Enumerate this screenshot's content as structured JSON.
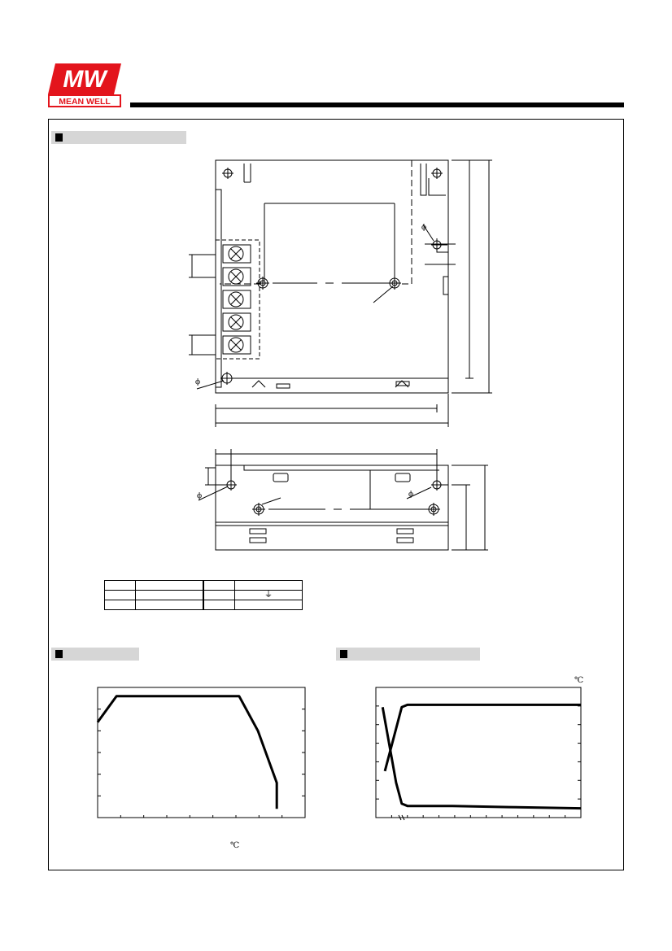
{
  "brand": {
    "logo_mark": "MW",
    "name": "MEAN WELL"
  },
  "sections": {
    "mechanical": "",
    "derating": "",
    "static": ""
  },
  "pin_table": {
    "rows": [
      [
        "",
        "",
        "",
        ""
      ],
      [
        "",
        "",
        "",
        "⏚"
      ],
      [
        "",
        "",
        "",
        ""
      ]
    ]
  },
  "derating_chart": {
    "chart_data": {
      "type": "line",
      "series": [
        {
          "x": [
            -25,
            -15,
            50,
            60,
            70,
            70
          ],
          "y": [
            70,
            100,
            100,
            60,
            0,
            -30
          ]
        }
      ],
      "unit": "℃"
    }
  },
  "static_chart": {
    "chart_data": {
      "type": "line",
      "series": [
        {
          "x": [
            90,
            105,
            110,
            130,
            150,
            200,
            264
          ],
          "y": [
            40,
            95,
            97,
            97,
            97,
            97,
            97
          ]
        },
        {
          "x": [
            88,
            100,
            105,
            110,
            150,
            200,
            264
          ],
          "y": [
            95,
            30,
            12,
            10,
            10,
            9,
            8
          ]
        }
      ],
      "unit": "℃"
    }
  },
  "colors": {
    "section_bg": "#d6d6d6",
    "logo_red": "#e3141c",
    "ink": "#000000"
  }
}
